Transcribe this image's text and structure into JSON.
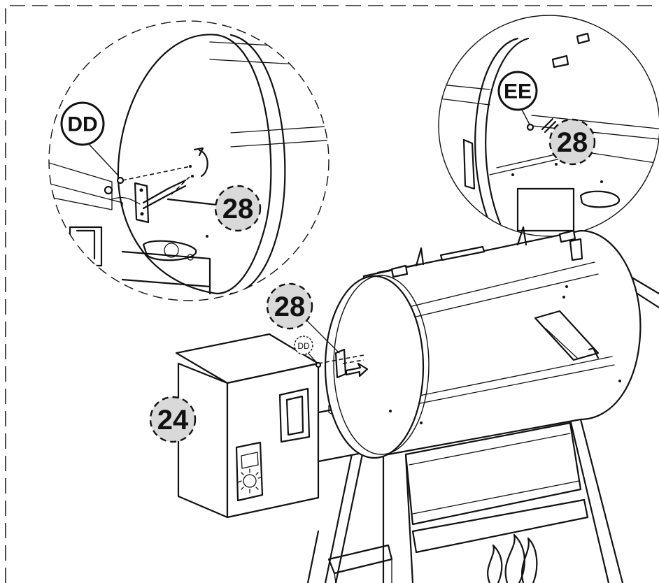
{
  "callouts": {
    "part_24": "24",
    "part_28_main": "28",
    "part_28_detail_left": "28",
    "part_28_detail_right": "28"
  },
  "labels": {
    "dd_large": "DD",
    "ee_large": "EE",
    "dd_small": "DD"
  }
}
